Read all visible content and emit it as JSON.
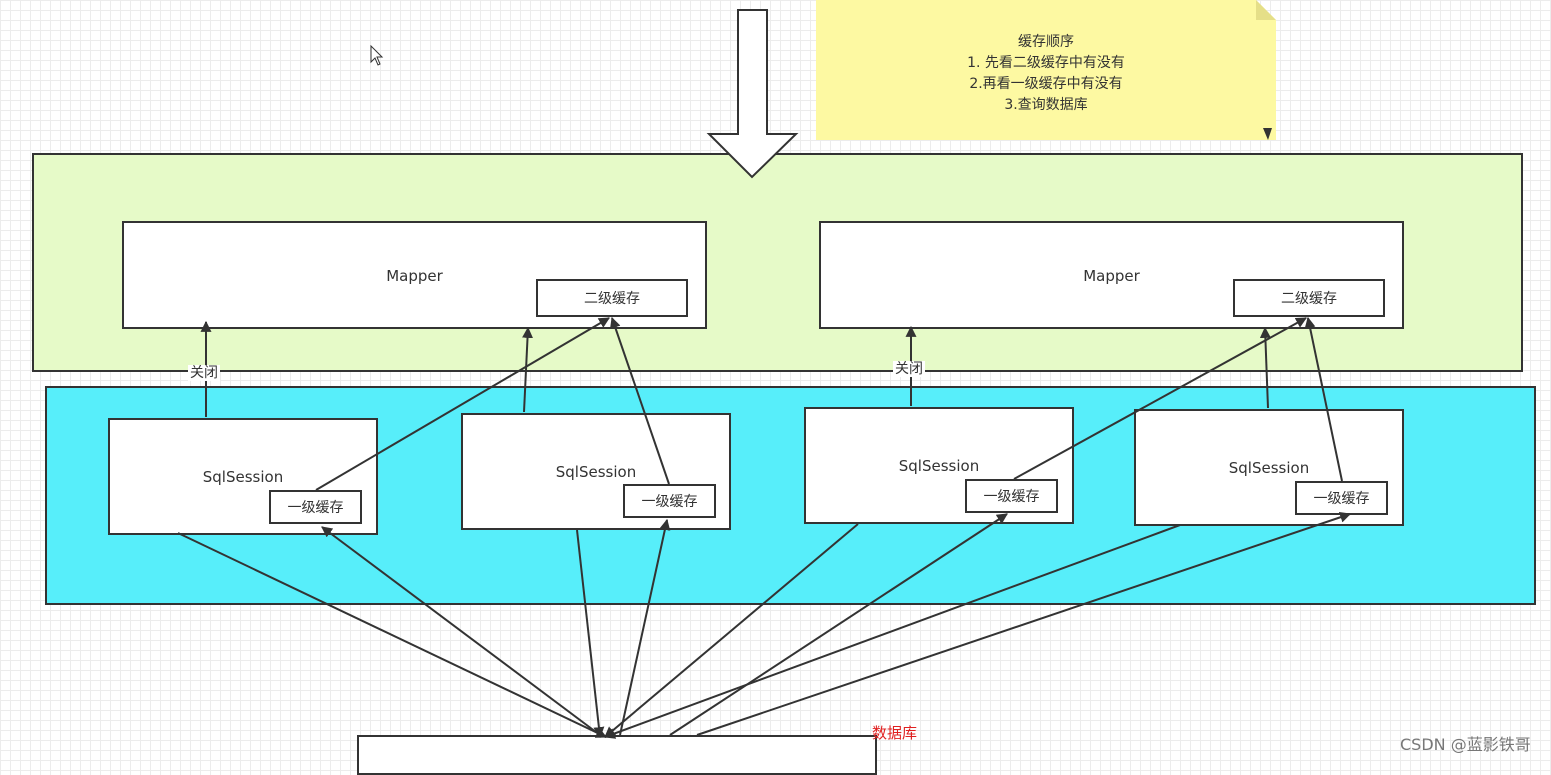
{
  "note": {
    "title": "缓存顺序",
    "lines": [
      "1. 先看二级缓存中有没有",
      "2.再看一级缓存中有没有",
      "3.查询数据库"
    ]
  },
  "mappers": [
    {
      "label": "Mapper",
      "cache": "二级缓存"
    },
    {
      "label": "Mapper",
      "cache": "二级缓存"
    }
  ],
  "sessions": [
    {
      "label": "SqlSession",
      "cache": "一级缓存"
    },
    {
      "label": "SqlSession",
      "cache": "一级缓存"
    },
    {
      "label": "SqlSession",
      "cache": "一级缓存"
    },
    {
      "label": "SqlSession",
      "cache": "一级缓存"
    }
  ],
  "edge_labels": [
    "关闭",
    "关闭"
  ],
  "database": {
    "label": "数据库"
  },
  "watermark": "CSDN @蓝影铁哥",
  "colors": {
    "mapper_container": "#e6fac8",
    "session_container": "#57eefa",
    "note": "#fdf9a2",
    "database_label": "#e02020",
    "stroke": "#333333"
  }
}
